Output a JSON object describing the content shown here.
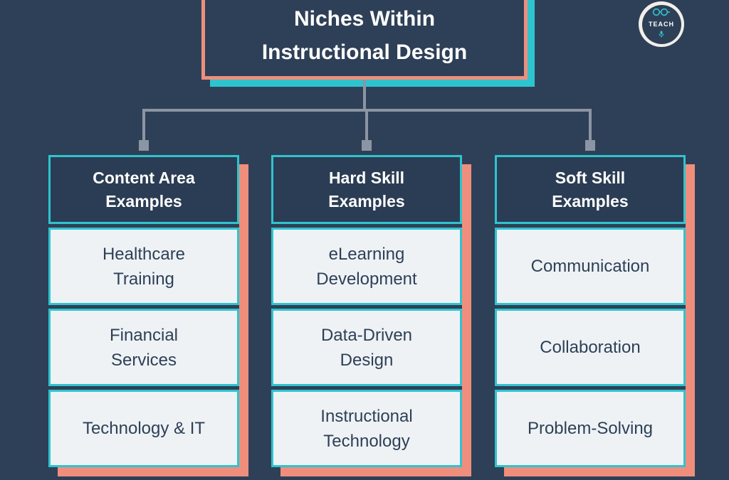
{
  "colors": {
    "background": "#2e4057",
    "teal_accent": "#2ec4cf",
    "salmon_accent": "#ef8e7d",
    "cell_background": "#eef2f5",
    "header_background": "#2b3d54",
    "text_light": "#ffffff",
    "text_dark": "#2e4057",
    "connector_gray": "#8b95a3"
  },
  "title": {
    "line1": "Niches Within",
    "line2": "Instructional Design"
  },
  "logo": {
    "text": "TEACH",
    "icons": [
      "infinity-glasses-icon",
      "microphone-icon"
    ]
  },
  "columns": [
    {
      "header": "Content Area Examples",
      "items": [
        "Healthcare Training",
        "Financial Services",
        "Technology & IT"
      ]
    },
    {
      "header": "Hard Skill Examples",
      "items": [
        "eLearning Development",
        "Data-Driven Design",
        "Instructional Technology"
      ]
    },
    {
      "header": "Soft Skill Examples",
      "items": [
        "Communication",
        "Collaboration",
        "Problem-Solving"
      ]
    }
  ]
}
